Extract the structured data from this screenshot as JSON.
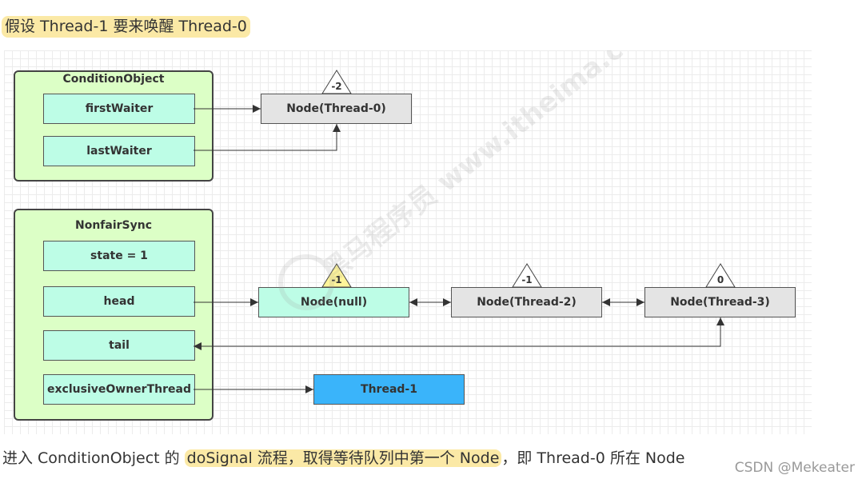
{
  "heading": "假设 Thread-1 要来唤醒 Thread-0",
  "diagram": {
    "condition_object": {
      "title": "ConditionObject",
      "fields": [
        "firstWaiter",
        "lastWaiter"
      ]
    },
    "nonfair_sync": {
      "title": "NonfairSync",
      "fields": [
        "state = 1",
        "head",
        "tail",
        "exclusiveOwnerThread"
      ]
    },
    "nodes": [
      {
        "label": "Node(Thread-0)",
        "status": "-2",
        "fill": "#e4e4e4"
      },
      {
        "label": "Node(null)",
        "status": "-1",
        "fill": "#bdfde6",
        "status_fill": "#fff59a"
      },
      {
        "label": "Node(Thread-2)",
        "status": "-1",
        "fill": "#e4e4e4"
      },
      {
        "label": "Node(Thread-3)",
        "status": "0",
        "fill": "#e4e4e4"
      }
    ],
    "thread": {
      "label": "Thread-1",
      "fill": "#3ab4fa"
    },
    "watermark": "黑马程序员 www.itheima.com"
  },
  "footer": {
    "before": "进入 ConditionObject 的 ",
    "highlight": "doSignal 流程，取得等待队列中第一个 Node",
    "after": "，即 Thread-0 所在 Node"
  },
  "credit": "CSDN @Mekeater"
}
